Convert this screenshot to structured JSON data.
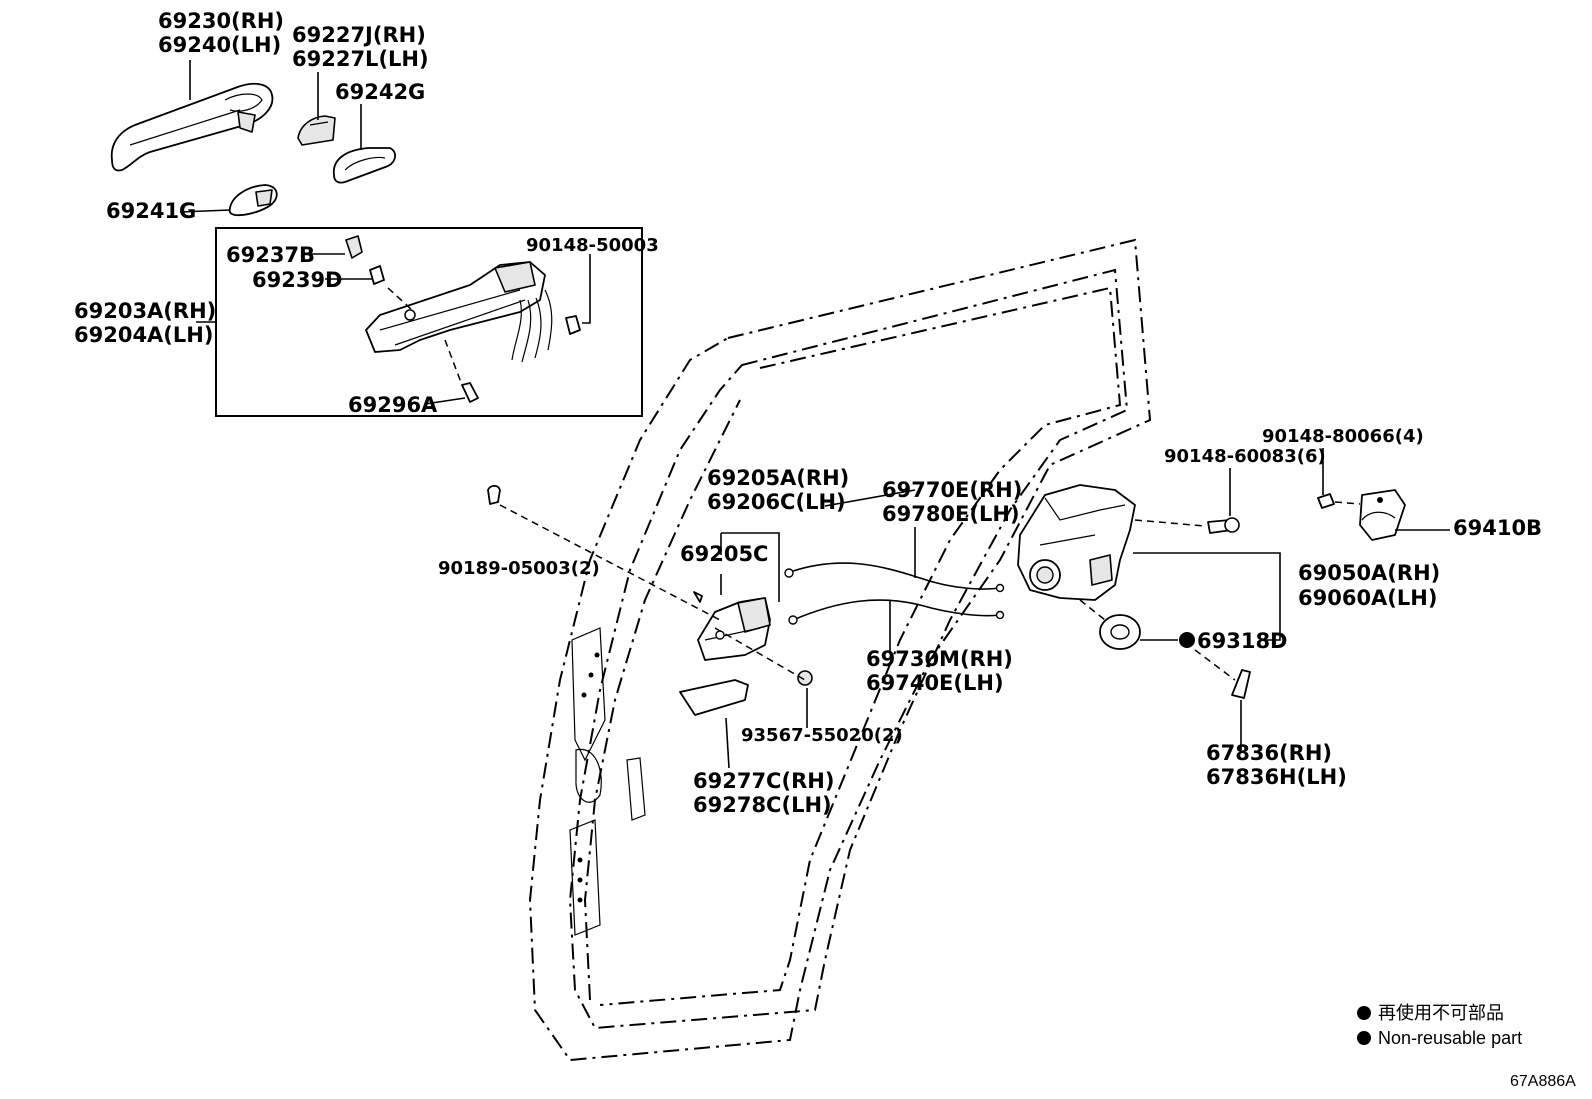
{
  "labels": {
    "p69230": "69230(RH)",
    "p69240": "69240(LH)",
    "p69227j": "69227J(RH)",
    "p69227l": "69227L(LH)",
    "p69242g": "69242G",
    "p69241g": "69241G",
    "p69237b": "69237B",
    "p69239d": "69239D",
    "p90148_50003": "90148-50003",
    "p69203a": "69203A(RH)",
    "p69204a": "69204A(LH)",
    "p69296a": "69296A",
    "p90189": "90189-05003(2)",
    "p69205a": "69205A(RH)",
    "p69206c": "69206C(LH)",
    "p69205c": "69205C",
    "p69770e": "69770E(RH)",
    "p69780e": "69780E(LH)",
    "p69730m": "69730M(RH)",
    "p69740e": "69740E(LH)",
    "p93567": "93567-55020(2)",
    "p69277c": "69277C(RH)",
    "p69278c": "69278C(LH)",
    "p90148_80066": "90148-80066(4)",
    "p90148_60083": "90148-60083(6)",
    "p69410b": "69410B",
    "p69050a": "69050A(RH)",
    "p69060a": "69060A(LH)",
    "p69318d": "69318D",
    "p67836": "67836(RH)",
    "p67836h": "67836H(LH)"
  },
  "legend": {
    "line1": "再使用不可部品",
    "line2": "Non-reusable part"
  },
  "diagram_ref": "67A886A"
}
